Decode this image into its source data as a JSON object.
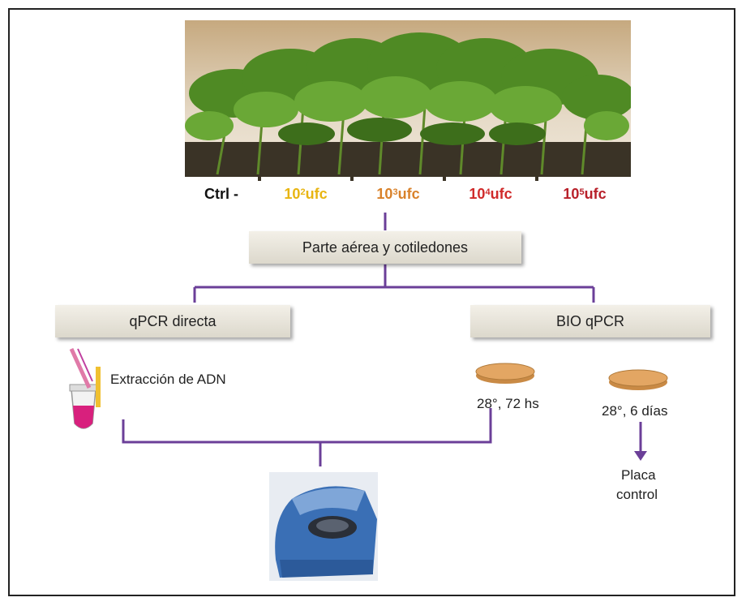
{
  "labels": {
    "ctrl": "Ctrl -",
    "dose_2": {
      "base": "10",
      "exp": "2",
      "unit": " ufc",
      "color": "#e8b512"
    },
    "dose_3": {
      "base": "10",
      "exp": "3",
      "unit": " ufc",
      "color": "#d9822b"
    },
    "dose_4": {
      "base": "10",
      "exp": "4",
      "unit": " ufc",
      "color": "#d02a2a"
    },
    "dose_5": {
      "base": "10",
      "exp": "5",
      "unit": " ufc",
      "color": "#b8202a"
    }
  },
  "steps": {
    "sample": "Parte aérea y cotiledones",
    "direct": "qPCR directa",
    "bio": "BIO qPCR",
    "dna_extraction": "Extracción de ADN",
    "incubation_72h": "28°, 72 hs",
    "incubation_6d": "28°, 6 días",
    "control_plate_line1": "Placa",
    "control_plate_line2": "control"
  },
  "colors": {
    "connector": "#6b3f98",
    "plate_fill": "#e3a663",
    "plate_rim": "#c98a45"
  }
}
